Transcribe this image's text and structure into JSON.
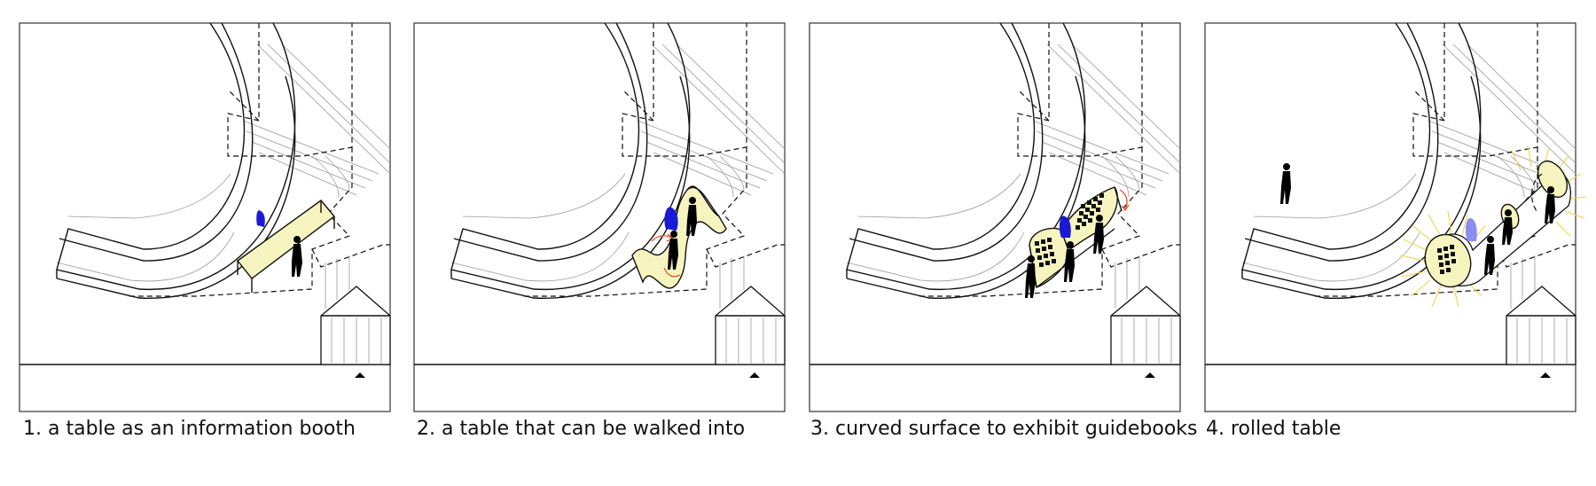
{
  "panels": [
    {
      "caption": "1. a table as an information booth"
    },
    {
      "caption": "2. a table that can be walked into"
    },
    {
      "caption": "3. curved surface to exhibit guidebooks"
    },
    {
      "caption": "4. rolled table"
    }
  ],
  "colors": {
    "table_fill": "#f7f5bf",
    "visitor_blue": "#1a1ad6",
    "visitor_light_blue": "#8c8cf0",
    "arrow_orange": "#e8542a",
    "glow_yellow": "#f6d24a"
  }
}
